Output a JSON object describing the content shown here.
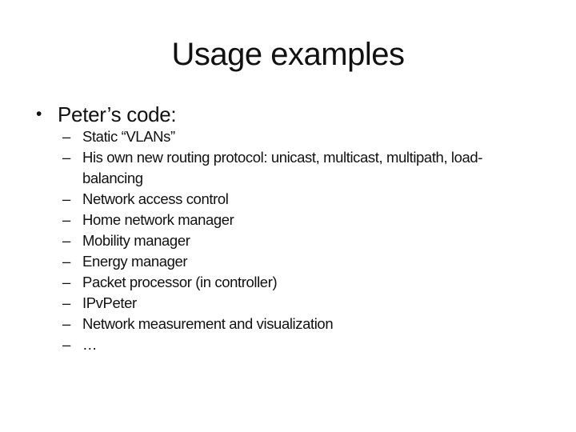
{
  "slide": {
    "title": "Usage examples",
    "bullet": {
      "marker": "•",
      "label": "Peter’s code:"
    },
    "sub_bullets": {
      "marker": "–",
      "items": [
        "Static “VLANs”",
        "His own new routing protocol: unicast, multicast, multipath, load-\nbalancing",
        "Network access control",
        "Home network manager",
        "Mobility manager",
        "Energy manager",
        "Packet processor (in controller)",
        "IPvPeter",
        "Network measurement and visualization",
        "…"
      ]
    },
    "colors": {
      "background": "#ffffff",
      "text": "#111111"
    }
  }
}
